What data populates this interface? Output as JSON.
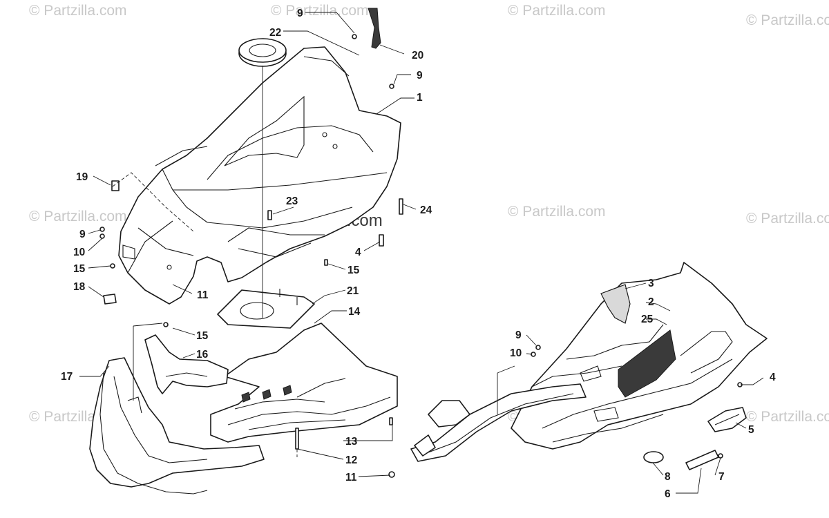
{
  "watermark": "© Partzilla.com",
  "center_watermark": "© Partzilla.com",
  "callouts": [
    "1",
    "2",
    "3",
    "4",
    "4",
    "5",
    "6",
    "7",
    "8",
    "9",
    "9",
    "9",
    "9",
    "10",
    "10",
    "11",
    "11",
    "12",
    "13",
    "14",
    "15",
    "15",
    "15",
    "16",
    "17",
    "18",
    "19",
    "20",
    "21",
    "22",
    "23",
    "24",
    "25"
  ]
}
